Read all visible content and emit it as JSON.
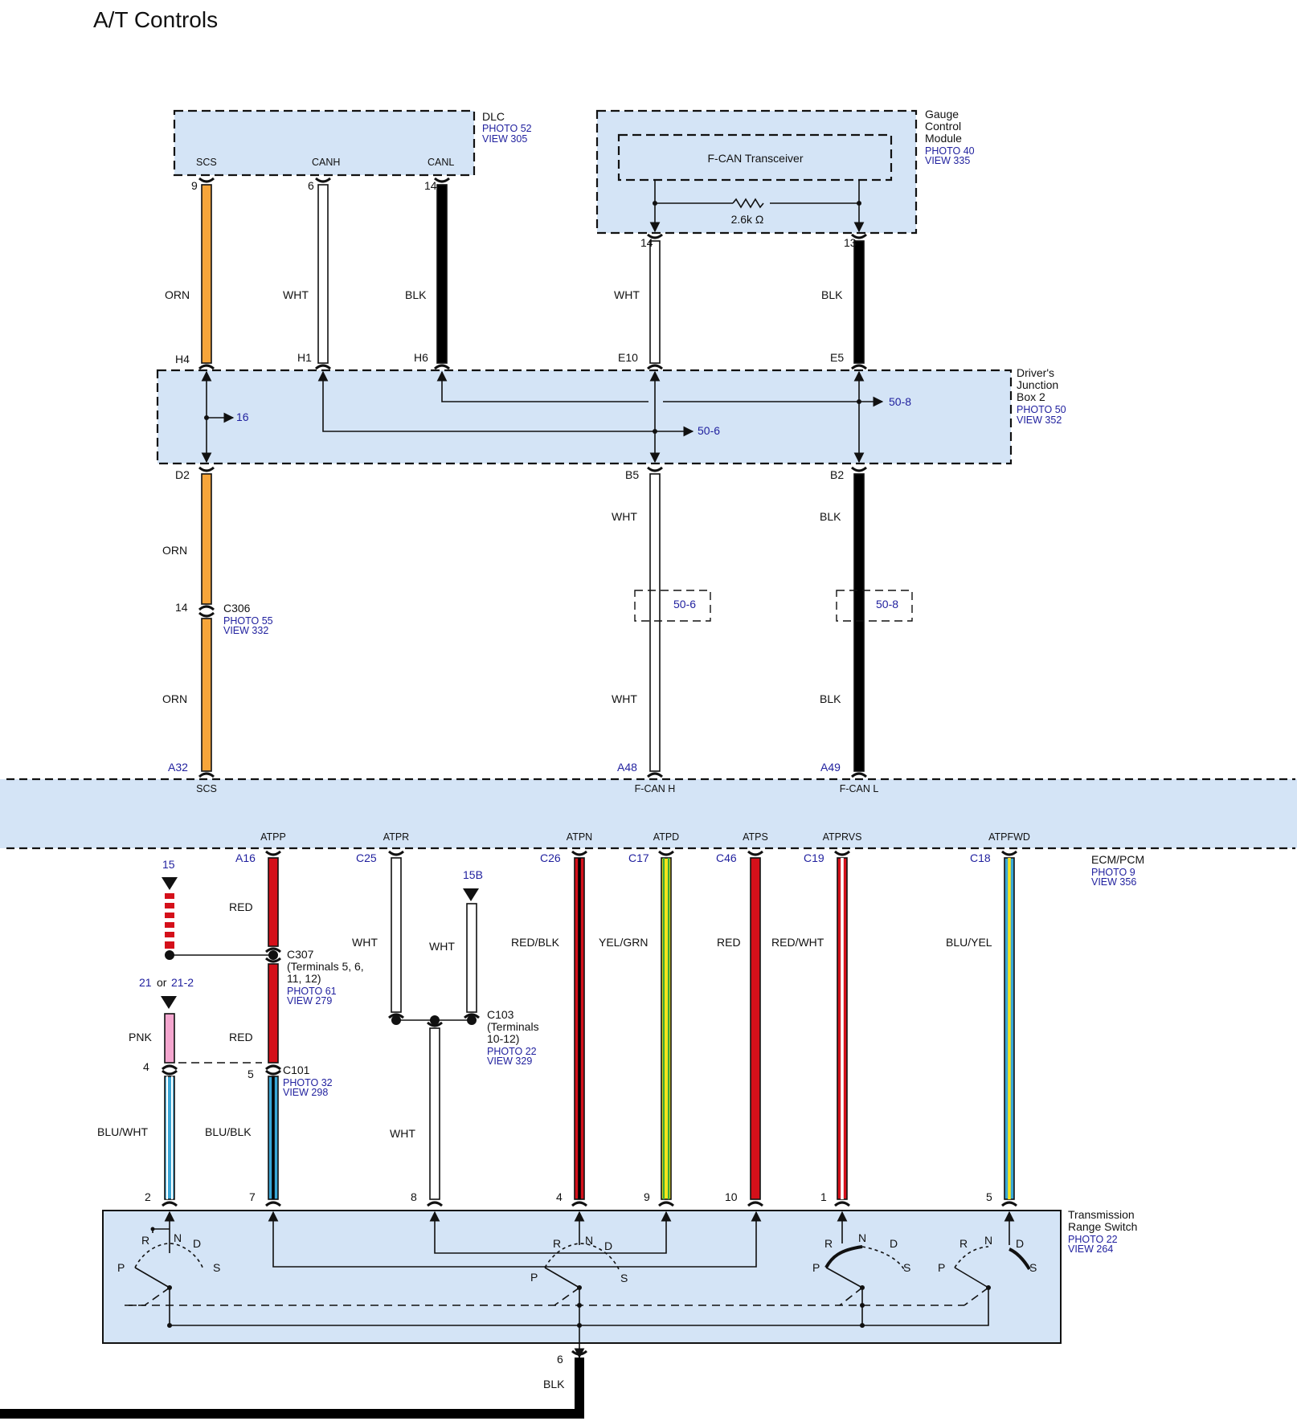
{
  "title": "A/T Controls",
  "colors": {
    "box_fill": "#d4e4f6",
    "ORN": "#f7a53a",
    "WHT": "#ffffff",
    "BLK": "#000000",
    "RED": "#d4101a",
    "PNK": "#f4a6cf",
    "BLU": "#39a6d6",
    "YEL": "#f5e51c",
    "GRN": "#3aa93a",
    "link_blue": "#1f1f9e"
  },
  "components": {
    "dlc": {
      "name": "DLC",
      "photo": "PHOTO 52",
      "view": "VIEW 305",
      "pins": [
        "SCS",
        "CANH",
        "CANL"
      ]
    },
    "gauge": {
      "name_lines": [
        "Gauge",
        "Control",
        "Module"
      ],
      "photo": "PHOTO 40",
      "view": "VIEW 335",
      "inner": "F-CAN Transceiver",
      "resistor": "2.6k Ω"
    },
    "jb2": {
      "name_lines": [
        "Driver's",
        "Junction",
        "Box 2"
      ],
      "photo": "PHOTO 50",
      "view": "VIEW 352"
    },
    "ecm": {
      "name": "ECM/PCM",
      "photo": "PHOTO 9",
      "view": "VIEW 356",
      "top_pins": [
        "SCS",
        "F-CAN H",
        "F-CAN L"
      ],
      "bottom_pins": [
        "ATPP",
        "ATPR",
        "ATPN",
        "ATPD",
        "ATPS",
        "ATPRVS",
        "ATPFWD"
      ]
    },
    "trs": {
      "name_lines": [
        "Transmission",
        "Range Switch"
      ],
      "photo": "PHOTO 22",
      "view": "VIEW 264"
    },
    "c306": {
      "name": "C306",
      "photo": "PHOTO 55",
      "view": "VIEW 332"
    },
    "c307": {
      "name": "C307",
      "lines": [
        "(Terminals 5, 6,",
        "11, 12)"
      ],
      "photo": "PHOTO 61",
      "view": "VIEW 279"
    },
    "c101": {
      "name": "C101",
      "photo": "PHOTO 32",
      "view": "VIEW 298"
    },
    "c103": {
      "name": "C103",
      "lines": [
        "(Terminals",
        "10-12)"
      ],
      "photo": "PHOTO 22",
      "view": "VIEW 329"
    }
  },
  "refs": {
    "jb_16": "16",
    "jb_50_8": "50-8",
    "jb_50_6": "50-6",
    "mid_50_6": "50-6",
    "mid_50_8": "50-8",
    "ref_15": "15",
    "ref_21": "21",
    "ref_or": "or",
    "ref_21_2": "21-2",
    "ref_15b": "15B"
  },
  "pins": {
    "dlc_scs": "9",
    "dlc_canh": "6",
    "dlc_canl": "14",
    "gcm_14": "14",
    "gcm_13": "13",
    "jb_h4": "H4",
    "jb_h1": "H1",
    "jb_h6": "H6",
    "jb_e10": "E10",
    "jb_e5": "E5",
    "jb_d2": "D2",
    "jb_b5": "B5",
    "jb_b2": "B2",
    "c306_pin": "14",
    "ecm_a32": "A32",
    "ecm_a48": "A48",
    "ecm_a49": "A49",
    "ecm_a16": "A16",
    "ecm_c25": "C25",
    "ecm_c26": "C26",
    "ecm_c17": "C17",
    "ecm_c46": "C46",
    "ecm_c19": "C19",
    "ecm_c18": "C18",
    "c101_4": "4",
    "c101_5": "5",
    "trs_2": "2",
    "trs_7": "7",
    "trs_8": "8",
    "trs_4": "4",
    "trs_9": "9",
    "trs_10": "10",
    "trs_1": "1",
    "trs_5": "5",
    "trs_6": "6"
  },
  "wire_labels": {
    "w_orn_1": "ORN",
    "w_wht_1": "WHT",
    "w_blk_1": "BLK",
    "w_wht_2": "WHT",
    "w_blk_2": "BLK",
    "w_orn_2": "ORN",
    "w_orn_3": "ORN",
    "w_wht_3": "WHT",
    "w_wht_4": "WHT",
    "w_blk_3": "BLK",
    "w_blk_4": "BLK",
    "w_red_1": "RED",
    "w_red_2": "RED",
    "w_pnk": "PNK",
    "w_blu_wht": "BLU/WHT",
    "w_blu_blk": "BLU/BLK",
    "w_wht_5": "WHT",
    "w_wht_6": "WHT",
    "w_wht_7": "WHT",
    "w_red_blk": "RED/BLK",
    "w_yel_grn": "YEL/GRN",
    "w_red_3": "RED",
    "w_red_wht": "RED/WHT",
    "w_blu_yel": "BLU/YEL",
    "w_blk_5": "BLK"
  },
  "switch": {
    "r": "R",
    "n": "N",
    "d": "D",
    "s": "S",
    "p": "P"
  }
}
